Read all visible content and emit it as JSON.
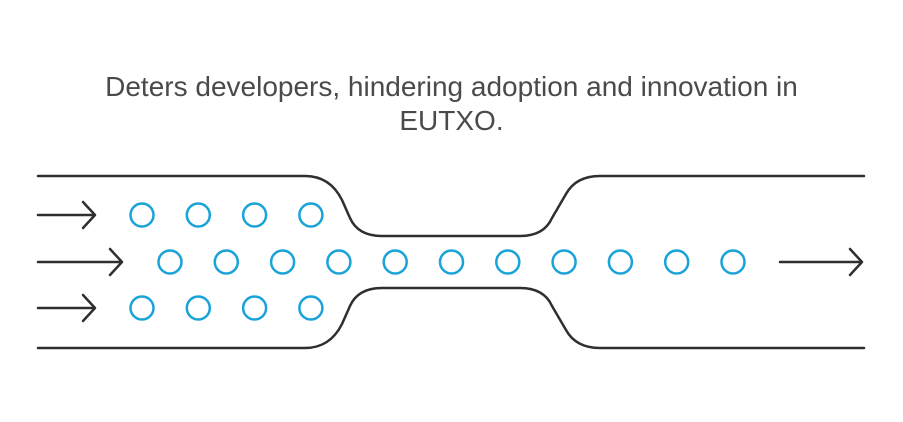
{
  "caption": {
    "line1": "Deters developers, hindering adoption and innovation in",
    "line2": "EUTXO."
  },
  "colors": {
    "pipe_stroke": "#2f2f2f",
    "particle_stroke": "#1aa3d9",
    "text": "#4a4a4a"
  },
  "icons": {
    "arrow": "arrow-right-icon",
    "particle": "circle-icon"
  },
  "particles": {
    "top_row_count": 4,
    "middle_row_count": 11,
    "bottom_row_count": 4
  },
  "arrows": {
    "left_count": 3,
    "right_count": 1
  }
}
